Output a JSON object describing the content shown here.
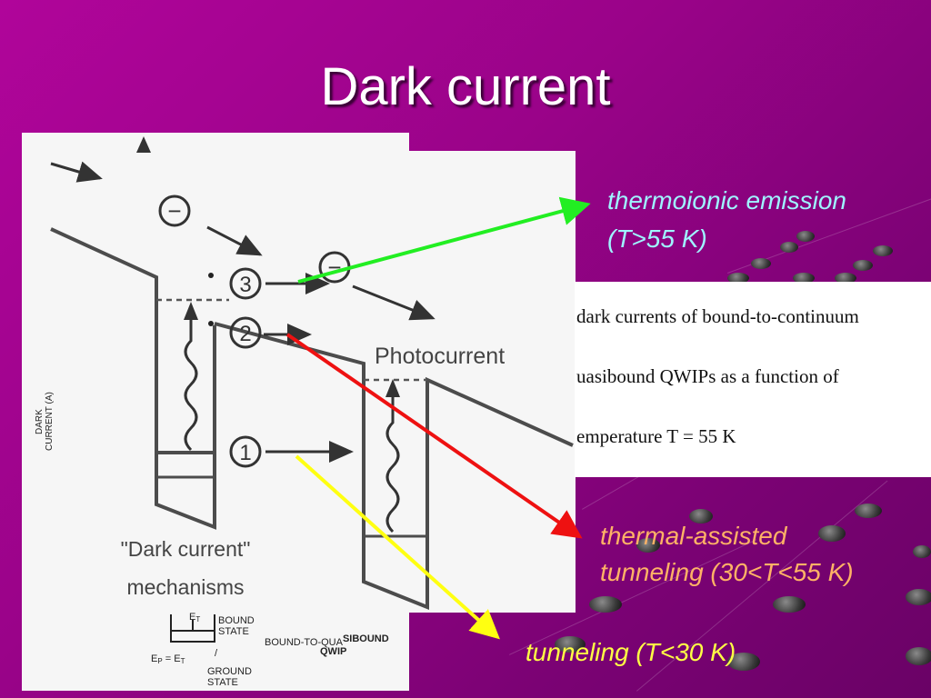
{
  "slide": {
    "title": "Dark current"
  },
  "diagram": {
    "photocurrent_label": "Photocurrent",
    "mechanisms_label_line1": "\"Dark current\"",
    "mechanisms_label_line2": "mechanisms",
    "level_1": "1",
    "level_2": "2",
    "level_3": "3",
    "electron_symbol": "−",
    "axis_label_line1": "DARK",
    "axis_label_line2": "CURRENT (A)",
    "legend": {
      "et": "E",
      "et_sub": "T",
      "bound_state_line1": "BOUND",
      "bound_state_line2": "STATE",
      "ep": "E",
      "ep_sub": "P",
      "eq": " = E",
      "eq_sub": "T",
      "slash": "/",
      "ground_state_line1": "GROUND",
      "ground_state_line2": "STATE",
      "qwip_type_a": "BOUND-TO-QUA",
      "qwip_type_b": "SIBOUND",
      "qwip": "QWIP"
    }
  },
  "caption": {
    "line1": "dark  currents  of  bound-to-continuum",
    "line2": "uasibound  QWIPs  as  a  function  of",
    "line3": "emperature  T = 55 K"
  },
  "annotations": {
    "thermionic_line1": "thermoionic emission",
    "thermionic_line2": "(T>55 K)",
    "thermal_line1": "thermal-assisted",
    "thermal_line2": "tunneling (30<T<55 K)",
    "tunneling": "tunneling (T<30 K)"
  },
  "colors": {
    "thermionic": "#22ee22",
    "thermal": "#ee1111",
    "tunneling": "#ffff11",
    "thermionic_text": "#9ff5ff",
    "thermal_text": "#ffb266",
    "tunneling_text": "#ffff44"
  }
}
